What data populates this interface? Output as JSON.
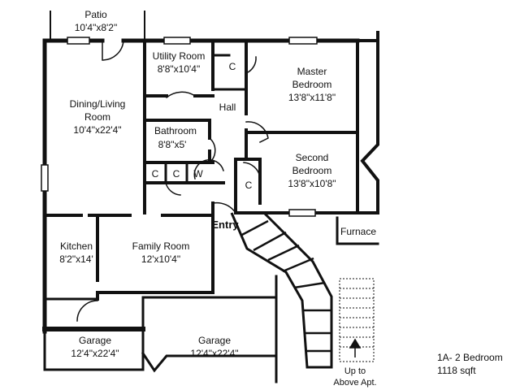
{
  "plan_title": "1A- 2 Bedroom",
  "plan_area": "1118 sqft",
  "rooms": {
    "patio": {
      "name": "Patio",
      "size": "10'4\"x8'2\""
    },
    "utility": {
      "name": "Utility Room",
      "size": "8'8\"x10'4\""
    },
    "master": {
      "name_line1": "Master",
      "name_line2": "Bedroom",
      "size": "13'8\"x11'8\""
    },
    "dining": {
      "name_line1": "Dining/Living",
      "name_line2": "Room",
      "size": "10'4\"x22'4\""
    },
    "hall": {
      "name": "Hall"
    },
    "bathroom": {
      "name": "Bathroom",
      "size": "8'8\"x5'"
    },
    "second": {
      "name_line1": "Second",
      "name_line2": "Bedroom",
      "size": "13'8\"x10'8\""
    },
    "kitchen": {
      "name": "Kitchen",
      "size": "8'2\"x14'"
    },
    "family": {
      "name": "Family Room",
      "size": "12'x10'4\""
    },
    "furnace": {
      "name": "Furnace"
    },
    "garage_left": {
      "name": "Garage",
      "size": "12'4\"x22'4\""
    },
    "garage_right": {
      "name": "Garage",
      "size": "12'4\"x22'4\""
    }
  },
  "closets": {
    "utility_closet": "C",
    "bath_closet_1": "C",
    "bath_closet_2": "C",
    "washer": "W",
    "bedroom_closet": "C"
  },
  "entry": "Entry",
  "stairs_note": {
    "line1": "Up to",
    "line2": "Above Apt."
  }
}
